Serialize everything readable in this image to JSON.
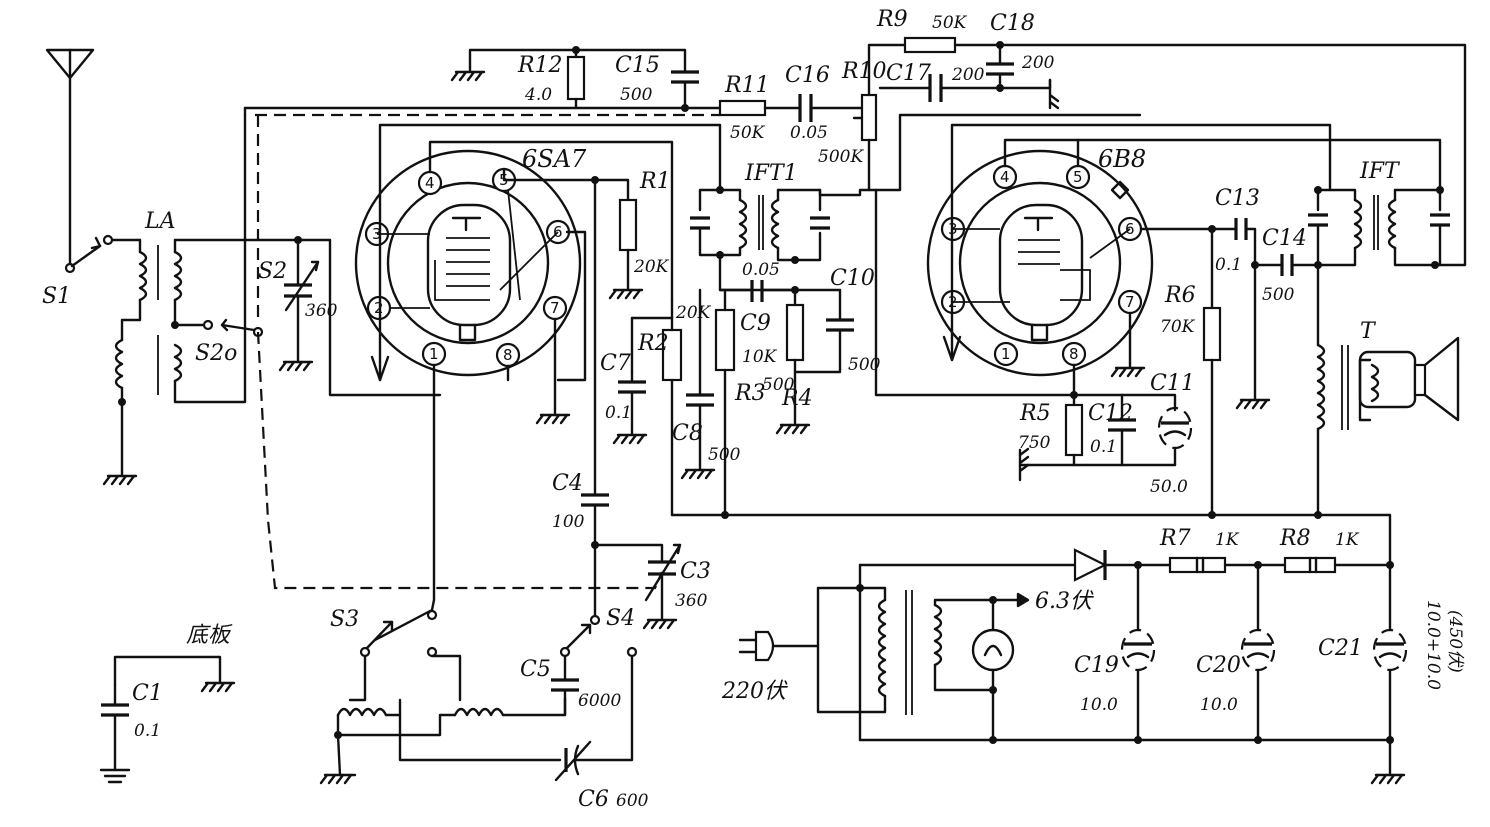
{
  "tubes": {
    "mixer": "6SA7",
    "output": "6B8"
  },
  "pins": [
    "1",
    "2",
    "3",
    "4",
    "5",
    "6",
    "7",
    "8"
  ],
  "labels": {
    "R1": "R1",
    "R1_val": "20K",
    "R2": "R2",
    "R2_val": "20K",
    "R3": "R3",
    "R3_val": "10K",
    "R4": "R4",
    "R4_val": "500",
    "R5": "R5",
    "R5_val": "750",
    "R6": "R6",
    "R6_val": "70K",
    "R7": "R7",
    "R7_val": "1K",
    "R8": "R8",
    "R8_val": "1K",
    "R9": "R9",
    "R9_val": "50K",
    "R10": "R10",
    "R10_val": "500K",
    "R11": "R11",
    "R11_val": "50K",
    "R12": "R12",
    "R12_val": "4.0",
    "C1": "C1",
    "C1_val": "0.1",
    "C3": "C3",
    "C3_val": "360",
    "C4": "C4",
    "C4_val": "100",
    "C5": "C5",
    "C5_val": "6000",
    "C6": "C6",
    "C6_val": "600",
    "C7": "C7",
    "C7_val": "0.1",
    "C8": "C8",
    "C8_val": "500",
    "C9": "C9",
    "C9_val": "0.05",
    "C10": "C10",
    "C10_val": "500",
    "C11": "C11",
    "C11_val": "50.0",
    "C12": "C12",
    "C12_val": "0.1",
    "C13": "C13",
    "C13_val": "0.1",
    "C14": "C14",
    "C14_val": "500",
    "C15": "C15",
    "C15_val": "500",
    "C16": "C16",
    "C16_val": "0.05",
    "C17": "C17",
    "C17_val": "200",
    "C18": "C18",
    "C18_val": "200",
    "C19": "C19",
    "C19_val": "10.0",
    "C20": "C20",
    "C20_val": "10.0",
    "C21": "C21",
    "C21_val": "10.0+10.0",
    "C21_volt": "(450伏)",
    "S1": "S1",
    "S2": "S2",
    "S2_val": "360",
    "S2o": "S2o",
    "S3": "S3",
    "S4": "S4",
    "LA": "LA",
    "IFT1": "IFT1",
    "IFT": "IFT",
    "T": "T",
    "mains": "220伏",
    "heater": "6.3伏",
    "chassis": "底板"
  }
}
